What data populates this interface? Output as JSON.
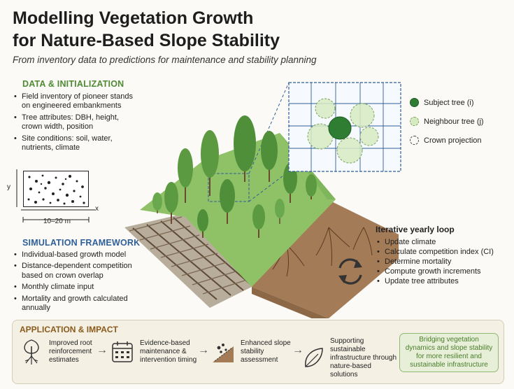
{
  "header": {
    "title_line1": "Modelling Vegetation Growth",
    "title_line2": "for Nature-Based Slope Stability",
    "subtitle": "From inventory data to predictions for maintenance and stability planning"
  },
  "data_init": {
    "heading": "DATA & INITIALIZATION",
    "items": [
      "Field inventory of pioneer stands on engineered embankments",
      "Tree attributes: DBH, height, crown width, position",
      "Site conditions: soil, water, nutrients, climate"
    ]
  },
  "plot": {
    "y_label": "y",
    "x_label": "x",
    "dimension": "10–20 m"
  },
  "simulation": {
    "heading": "SIMULATION FRAMEWORK",
    "items": [
      "Individual-based growth model",
      "Distance-dependent competition based on crown overlap",
      "Monthly climate input",
      "Mortality and growth calculated annually"
    ]
  },
  "legend": {
    "subject": "Subject tree (i)",
    "neighbour": "Neighbour tree (j)",
    "crown": "Crown projection"
  },
  "loop": {
    "title": "Iterative yearly loop",
    "items": [
      "Update climate",
      "Calculate competition index (CI)",
      "Determine mortality",
      "Compute growth increments",
      "Update tree attributes"
    ]
  },
  "application": {
    "heading": "APPLICATION & IMPACT",
    "items": [
      {
        "icon": "root-tree-icon",
        "label": "Improved root reinforcement estimates"
      },
      {
        "icon": "calendar-icon",
        "label": "Evidence-based maintenance & intervention timing"
      },
      {
        "icon": "slope-stability-icon",
        "label": "Enhanced slope stability assessment"
      },
      {
        "icon": "leaf-icon",
        "label": "Supporting sustainable infrastructure through nature-based solutions"
      }
    ],
    "highlight": "Bridging vegetation dynamics and slope stability for more resilient and sustainable infrastructure"
  },
  "colors": {
    "green_heading": "#4f8a34",
    "blue_heading": "#2f5f99",
    "brown_heading": "#8a5a1c",
    "subject_tree": "#2e7d32",
    "neighbour_tree": "#d7ebc3",
    "grid_line": "#2f5f99"
  }
}
